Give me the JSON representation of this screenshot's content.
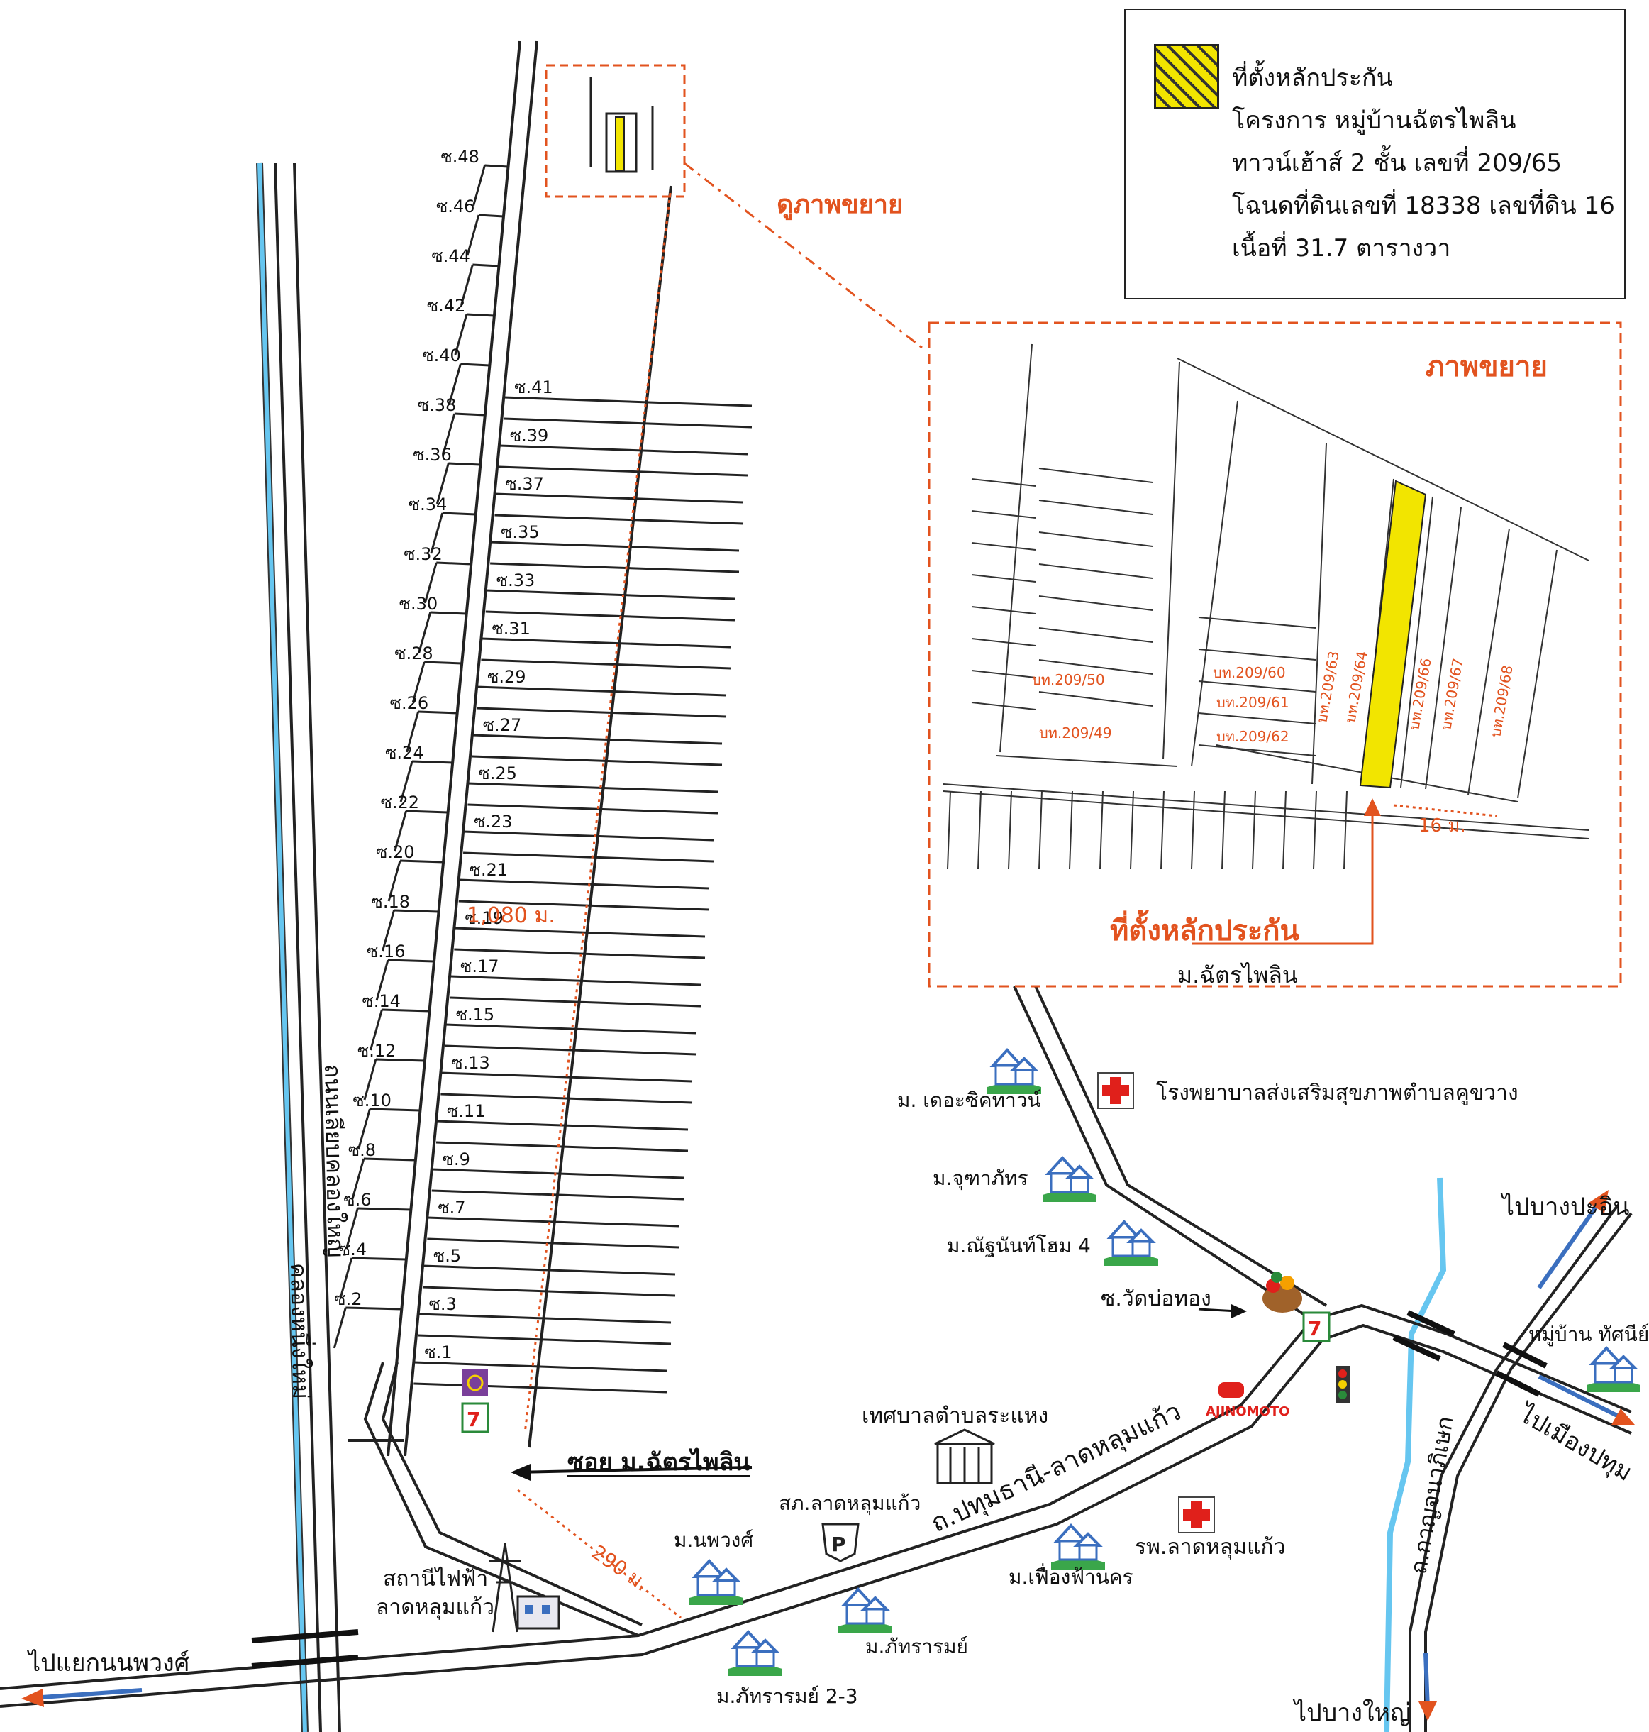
{
  "legend": {
    "title": "ที่ตั้งหลักประกัน",
    "line1": "โครงการ หมู่บ้านฉัตรไพลิน",
    "line2": "ทาวน์เฮ้าส์ 2 ชั้น เลขที่ 209/65",
    "line3": "โฉนดที่ดินเลขที่ 18338 เลขที่ดิน 16",
    "line4": "เนื้อที่ 31.7 ตารางวา",
    "swatch_color": "#f2e500"
  },
  "labels": {
    "view_enlarged": "ดูภาพขยาย",
    "enlarged": "ภาพขยาย",
    "collateral_location": "ที่ตั้งหลักประกัน",
    "village_name": "ม.ฉัตรไพลิน",
    "soi_chatpailin": "ซอย ม.ฉัตรไพลิน",
    "dist_1080": "1,080 ม.",
    "dist_290": "290 ม.",
    "dist_16": "16 ม.",
    "road_left": "ถนนเลียบคลองใหญ่",
    "canal": "คลองหนึ่งใหม่",
    "main_road": "ถ.ปทุมธานี-ลาดหลุมแก้ว",
    "road_right": "ถ.กาญจนาภิเษก",
    "to_nonphong": "ไปแยกนนพวงศ์",
    "to_bangpain": "ไปบางปะอิน",
    "to_mueang_pathum": "ไปเมืองปทุม",
    "to_bangyai": "ไปบางใหญ่",
    "hospital_top": "โรงพยาบาลส่งเสริมสุขภาพตำบลคูขวาง",
    "hospital_bottom": "รพ.ลาดหลุมแก้ว",
    "municipality": "เทศบาลตำบลระแหง",
    "police": "สภ.ลาดหลุมแก้ว",
    "power_station": "สถานีไฟฟ้า",
    "power_station2": "ลาดหลุมแก้ว",
    "soi_wat": "ซ.วัดบ่อทอง",
    "brand_ajinomoto": "AJINOMOTO",
    "m_thecity": "ม. เดอะซิคทาวน์",
    "m_chutha": "ม.จุฑาภัทร",
    "m_nath": "ม.ณัฐนันท์โฮม 4",
    "m_phuang": "ม.เฟื่องฟ้านคร",
    "m_noppawong": "ม.นพวงศ์",
    "m_pattharam": "ม.ภัทรารมย์",
    "m_pattharam23": "ม.ภัทรารมย์ 2-3",
    "m_thatsanee": "หมู่บ้าน ทัศนีย์"
  },
  "sois_left": [
    "ซ.48",
    "ซ.46",
    "ซ.44",
    "ซ.42",
    "ซ.40",
    "ซ.38",
    "ซ.36",
    "ซ.34",
    "ซ.32",
    "ซ.30",
    "ซ.28",
    "ซ.26",
    "ซ.24",
    "ซ.22",
    "ซ.20",
    "ซ.18",
    "ซ.16",
    "ซ.14",
    "ซ.12",
    "ซ.10",
    "ซ.8",
    "ซ.6",
    "ซ.4",
    "ซ.2"
  ],
  "sois_right": [
    "ซ.41",
    "ซ.39",
    "ซ.37",
    "ซ.35",
    "ซ.33",
    "ซ.31",
    "ซ.29",
    "ซ.27",
    "ซ.25",
    "ซ.23",
    "ซ.21",
    "ซ.19",
    "ซ.17",
    "ซ.15",
    "ซ.13",
    "ซ.11",
    "ซ.9",
    "ซ.7",
    "ซ.5",
    "ซ.3",
    "ซ.1"
  ],
  "inset_houses": [
    "บท.209/50",
    "บท.209/49",
    "บท.209/60",
    "บท.209/61",
    "บท.209/62",
    "บท.209/63",
    "บท.209/64",
    "บท.209/66",
    "บท.209/67",
    "บท.209/68"
  ],
  "colors": {
    "accent": "#e2531f",
    "water": "#66c6f0",
    "road": "#222222",
    "plot": "#f2e500"
  }
}
